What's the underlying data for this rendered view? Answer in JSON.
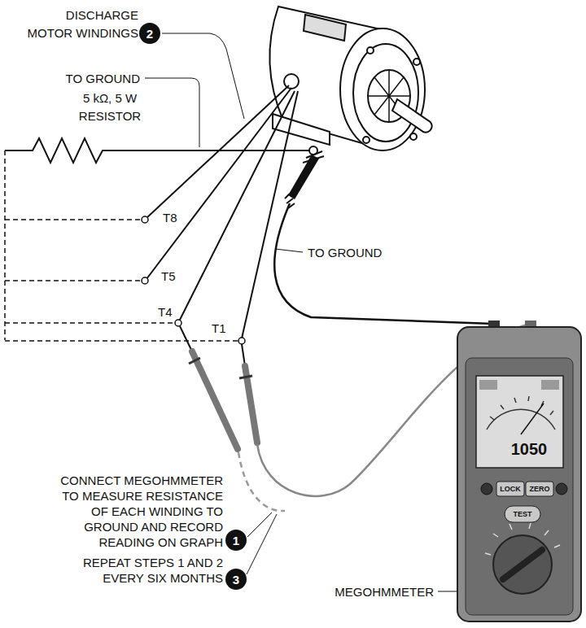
{
  "diagram": {
    "labels": [
      "DISCHARGE MOTOR WINDINGS",
      "2",
      "TO GROUND",
      "5 kΩ, 5 W RESISTOR",
      "T8",
      "T5",
      "T4",
      "T1",
      "TO GROUND",
      "1050",
      "LOCK",
      "ZERO",
      "TEST",
      "CONNECT MEGOHMMETER TO MEASURE RESISTANCE OF EACH WINDING TO GROUND AND RECORD READING ON GRAPH",
      "1",
      "REPEAT STEPS 1 AND 2 EVERY SIX MONTHS",
      "3",
      "MEGOHMMETER"
    ]
  }
}
